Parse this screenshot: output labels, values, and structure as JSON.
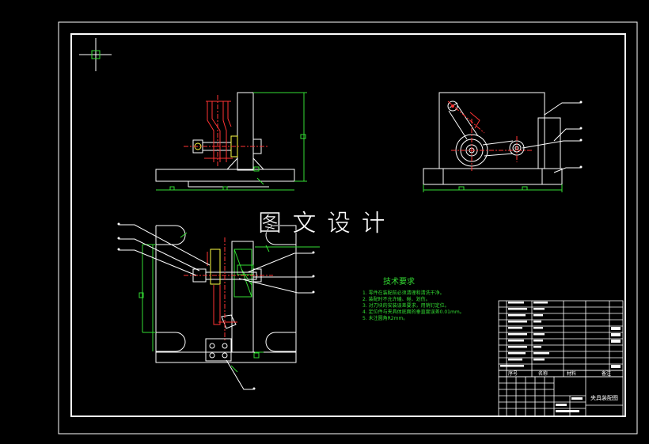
{
  "watermark": "图 文 设 计",
  "notes": {
    "title": "技术要求",
    "lines": [
      "1. 零件在装配前必须清理和清洗干净。",
      "2. 装配时不允许磕、碰、划伤。",
      "3. 对刀块的安装误差要求，用销钉定位。",
      "4. 定位件与夹具体底面的垂直度误差0.01mm。",
      "5. 未注圆角R2mm。"
    ]
  },
  "title_block": {
    "drawing_name": "夹具装配图",
    "header_labels": [
      "序号",
      "名称",
      "材料",
      "备注"
    ]
  },
  "colors": {
    "background": "#000000",
    "outline": "#ffffff",
    "dimension": "#33dd33",
    "centerline": "#ff3333",
    "part": "#ffff44",
    "leader": "#ffffff"
  }
}
